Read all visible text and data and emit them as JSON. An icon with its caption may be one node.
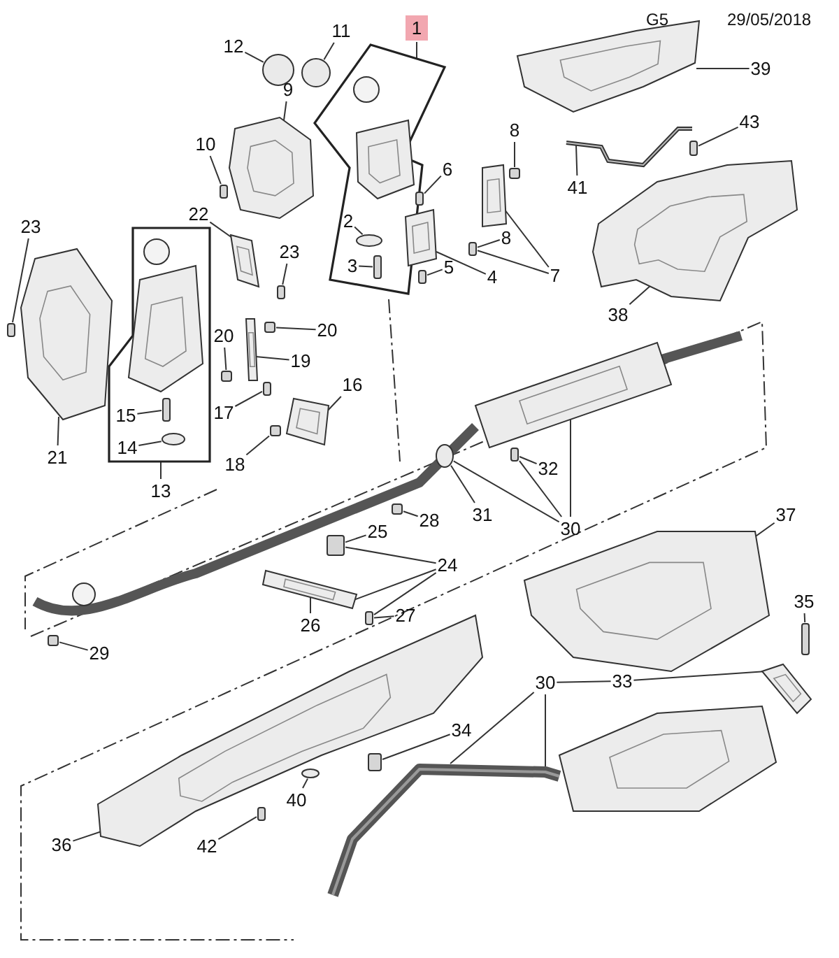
{
  "diagram": {
    "nodes": [
      {
        "text": [],
        "shape": "box"
      },
      {
        "text": [],
        "shape": "box"
      },
      {
        "text": [
          "11"
        ]
      },
      {
        "text": [
          "12"
        ]
      },
      {
        "text": [
          "1"
        ]
      },
      {
        "text": [
          "39"
        ]
      },
      {
        "text": [
          "9"
        ]
      },
      {
        "text": [
          "43"
        ]
      },
      {
        "text": [
          "8"
        ]
      },
      {
        "text": [
          "10"
        ]
      },
      {
        "text": [
          "6"
        ]
      },
      {
        "text": [
          "41"
        ]
      },
      {
        "text": [
          "22"
        ]
      },
      {
        "text": [
          "2"
        ],
        "in": 0
      },
      {
        "text": [
          "23"
        ]
      },
      {
        "text": [
          "23"
        ]
      },
      {
        "text": [
          "8"
        ]
      },
      {
        "text": [
          "5"
        ]
      },
      {
        "text": [
          "7"
        ]
      },
      {
        "text": [
          "4"
        ]
      },
      {
        "text": [
          "3"
        ],
        "in": 0
      },
      {
        "text": [
          "38"
        ]
      },
      {
        "text": [
          "20"
        ]
      },
      {
        "text": [
          "20"
        ]
      },
      {
        "text": [
          "19"
        ]
      },
      {
        "text": [
          "16"
        ]
      },
      {
        "text": [
          "17"
        ]
      },
      {
        "text": [
          "15"
        ],
        "in": 1
      },
      {
        "text": [
          "14"
        ],
        "in": 1
      },
      {
        "text": [
          "21"
        ]
      },
      {
        "text": [
          "18"
        ]
      },
      {
        "text": [
          "32"
        ]
      },
      {
        "text": [
          "13"
        ]
      },
      {
        "text": [
          "31"
        ]
      },
      {
        "text": [
          "28"
        ]
      },
      {
        "text": [
          "37"
        ]
      },
      {
        "text": [
          "30"
        ]
      },
      {
        "text": [
          "25"
        ]
      },
      {
        "text": [
          "24"
        ]
      },
      {
        "text": [
          "26"
        ]
      },
      {
        "text": [
          "27"
        ]
      },
      {
        "text": [
          "35"
        ]
      },
      {
        "text": [
          "29"
        ]
      },
      {
        "text": [
          "30"
        ]
      },
      {
        "text": [
          "33"
        ]
      },
      {
        "text": [
          "34"
        ]
      },
      {
        "text": [
          "40"
        ]
      },
      {
        "text": [
          "36"
        ]
      },
      {
        "text": [
          "42"
        ]
      },
      {
        "text": [],
        "shape": "circle"
      },
      {
        "text": [],
        "shape": "circle"
      },
      {
        "text": [],
        "shape": "picture"
      },
      {
        "text": [],
        "shape": "picture"
      },
      {
        "text": [],
        "shape": "box"
      },
      {
        "text": [],
        "shape": "box"
      },
      {
        "text": [],
        "shape": "box"
      },
      {
        "text": [],
        "shape": "box"
      },
      {
        "text": [],
        "shape": "picture"
      },
      {
        "text": [],
        "shape": "picture"
      },
      {
        "text": [],
        "shape": "circle",
        "in": 0
      },
      {
        "text": [],
        "shape": "box"
      },
      {
        "text": [],
        "shape": "box"
      },
      {
        "text": [],
        "shape": "box"
      },
      {
        "text": [],
        "shape": "box"
      },
      {
        "text": [],
        "shape": "picture"
      },
      {
        "text": [],
        "shape": "picture"
      },
      {
        "text": [],
        "shape": "box",
        "in": 0
      },
      {
        "text": [],
        "shape": "picture"
      },
      {
        "text": [],
        "shape": "box"
      },
      {
        "text": [],
        "shape": "box"
      },
      {
        "text": [],
        "shape": "picture"
      },
      {
        "text": [],
        "shape": "picture"
      },
      {
        "text": [],
        "shape": "box"
      },
      {
        "text": [],
        "shape": "box",
        "in": 1
      },
      {
        "text": [],
        "shape": "circle",
        "in": 1
      },
      {
        "text": [],
        "shape": "picture"
      },
      {
        "text": [],
        "shape": "box"
      },
      {
        "text": [],
        "shape": "box"
      },
      {
        "text": [],
        "shape": "circle"
      },
      {
        "text": [],
        "shape": "box"
      },
      {
        "text": [],
        "shape": "picture"
      },
      {
        "text": [],
        "shape": "picture"
      },
      {
        "text": [],
        "shape": "box"
      },
      {
        "text": [],
        "shape": "picture"
      },
      {
        "text": [],
        "shape": "box"
      },
      {
        "text": [],
        "shape": "box"
      },
      {
        "text": [],
        "shape": "box"
      },
      {
        "text": [],
        "shape": "picture"
      },
      {
        "text": [],
        "shape": "picture"
      },
      {
        "text": [],
        "shape": "box"
      },
      {
        "text": [],
        "shape": "circle"
      },
      {
        "text": [],
        "shape": "picture"
      },
      {
        "text": [],
        "shape": "box"
      },
      {
        "text": [],
        "shape": "picture",
        "in": 0
      },
      {
        "text": [],
        "shape": "picture",
        "in": 1
      },
      {
        "text": [],
        "shape": "picture"
      }
    ],
    "edges": [
      {
        "from": 2,
        "to": 50,
        "arrow": "none"
      },
      {
        "from": 3,
        "to": 49,
        "arrow": "none"
      },
      {
        "from": 4,
        "to": 0,
        "arrow": "none"
      },
      {
        "from": 5,
        "to": 51,
        "arrow": "none"
      },
      {
        "from": 6,
        "to": 52,
        "arrow": "none"
      },
      {
        "from": 7,
        "to": 53,
        "arrow": "none"
      },
      {
        "from": 8,
        "to": 54,
        "arrow": "none"
      },
      {
        "from": 9,
        "to": 55,
        "arrow": "none"
      },
      {
        "from": 10,
        "to": 56,
        "arrow": "none"
      },
      {
        "from": 11,
        "to": 57,
        "arrow": "none"
      },
      {
        "from": 12,
        "to": 58,
        "arrow": "none"
      },
      {
        "from": 13,
        "to": 59,
        "arrow": "none"
      },
      {
        "from": 14,
        "to": 60,
        "arrow": "none"
      },
      {
        "from": 15,
        "to": 61,
        "arrow": "none"
      },
      {
        "from": 16,
        "to": 62,
        "arrow": "none"
      },
      {
        "from": 17,
        "to": 63,
        "arrow": "none"
      },
      {
        "from": 18,
        "to": 64,
        "arrow": "none"
      },
      {
        "from": 18,
        "to": 62,
        "arrow": "none"
      },
      {
        "from": 19,
        "to": 65,
        "arrow": "none"
      },
      {
        "from": 20,
        "to": 66,
        "arrow": "none"
      },
      {
        "from": 21,
        "to": 67,
        "arrow": "none"
      },
      {
        "from": 22,
        "to": 68,
        "arrow": "none"
      },
      {
        "from": 23,
        "to": 69,
        "arrow": "none"
      },
      {
        "from": 24,
        "to": 70,
        "arrow": "none"
      },
      {
        "from": 25,
        "to": 71,
        "arrow": "none"
      },
      {
        "from": 26,
        "to": 72,
        "arrow": "none"
      },
      {
        "from": 27,
        "to": 73,
        "arrow": "none"
      },
      {
        "from": 28,
        "to": 74,
        "arrow": "none"
      },
      {
        "from": 29,
        "to": 75,
        "arrow": "none"
      },
      {
        "from": 30,
        "to": 76,
        "arrow": "none"
      },
      {
        "from": 31,
        "to": 77,
        "arrow": "none"
      },
      {
        "from": 32,
        "to": 1,
        "arrow": "none"
      },
      {
        "from": 33,
        "to": 78,
        "arrow": "none"
      },
      {
        "from": 34,
        "to": 79,
        "arrow": "none"
      },
      {
        "from": 35,
        "to": 80,
        "arrow": "none"
      },
      {
        "from": 36,
        "to": 81,
        "arrow": "none"
      },
      {
        "from": 36,
        "to": 78,
        "arrow": "none"
      },
      {
        "from": 36,
        "to": 77,
        "arrow": "none"
      },
      {
        "from": 37,
        "to": 82,
        "arrow": "none"
      },
      {
        "from": 38,
        "to": 82,
        "arrow": "none"
      },
      {
        "from": 38,
        "to": 83,
        "arrow": "none"
      },
      {
        "from": 38,
        "to": 84,
        "arrow": "none"
      },
      {
        "from": 39,
        "to": 83,
        "arrow": "none"
      },
      {
        "from": 40,
        "to": 84,
        "arrow": "none"
      },
      {
        "from": 41,
        "to": 85,
        "arrow": "none"
      },
      {
        "from": 42,
        "to": 86,
        "arrow": "none"
      },
      {
        "from": 43,
        "to": 87,
        "arrow": "none"
      },
      {
        "from": 43,
        "to": 87,
        "arrow": "none"
      },
      {
        "from": 44,
        "to": 88,
        "arrow": "none"
      },
      {
        "from": 44,
        "to": 43,
        "arrow": "none"
      },
      {
        "from": 45,
        "to": 89,
        "arrow": "none"
      },
      {
        "from": 46,
        "to": 90,
        "arrow": "none"
      },
      {
        "from": 47,
        "to": 91,
        "arrow": "none"
      },
      {
        "from": 48,
        "to": 92,
        "arrow": "none"
      }
    ],
    "labels": [
      "G5",
      "29/05/2018"
    ]
  }
}
